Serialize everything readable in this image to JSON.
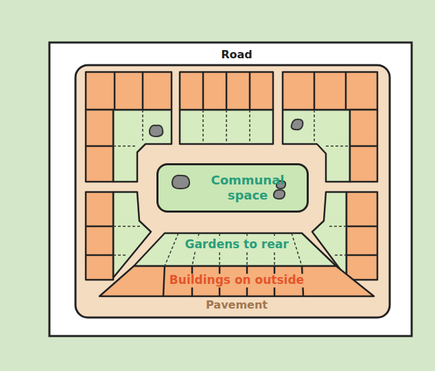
{
  "diagram": {
    "nodes": [
      {
        "text": [
          "Communal space"
        ]
      }
    ],
    "labels": [
      "Road",
      "Gardens to rear",
      "Buildings on outside",
      "Pavement"
    ]
  }
}
